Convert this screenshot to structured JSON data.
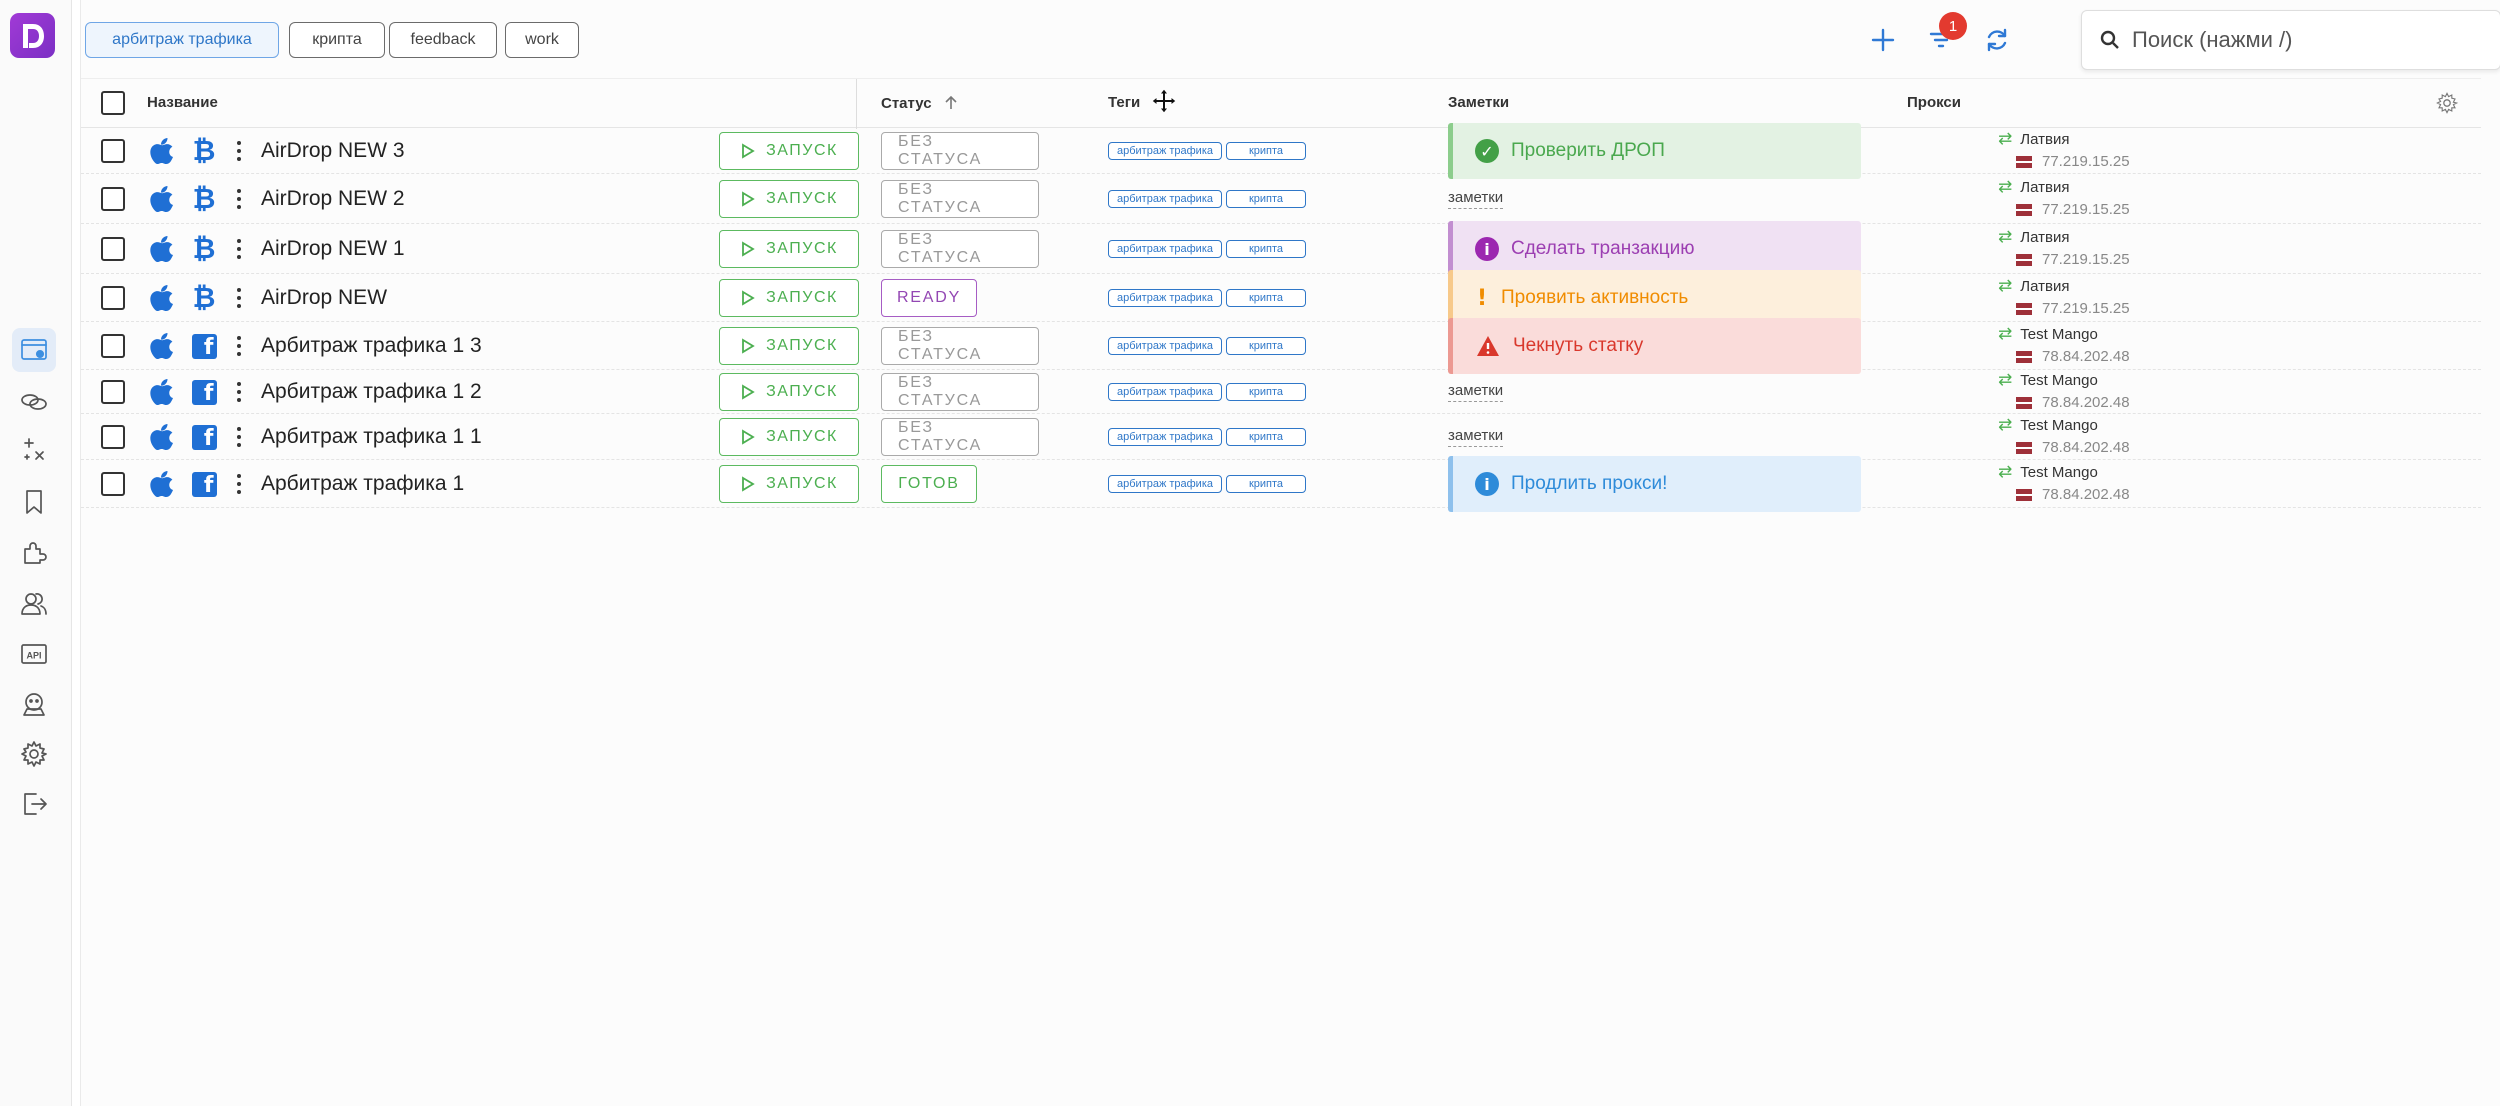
{
  "sidebar": {
    "logo": "D",
    "items": [
      {
        "name": "browser-profiles",
        "icon": "browser-icon",
        "active": true
      },
      {
        "name": "links",
        "icon": "link-icon",
        "active": false
      },
      {
        "name": "magic",
        "icon": "sparkle-icon",
        "active": false
      },
      {
        "name": "bookmarks",
        "icon": "bookmark-icon",
        "active": false
      },
      {
        "name": "extensions",
        "icon": "puzzle-icon",
        "active": false
      },
      {
        "name": "team",
        "icon": "users-icon",
        "active": false
      },
      {
        "name": "api",
        "icon": "api-icon",
        "label": "API",
        "active": false
      },
      {
        "name": "support",
        "icon": "headset-icon",
        "active": false
      },
      {
        "name": "settings",
        "icon": "gear-icon",
        "active": false
      },
      {
        "name": "logout",
        "icon": "logout-icon",
        "active": false
      }
    ]
  },
  "filters": {
    "chips": [
      {
        "label": "арбитраж трафика",
        "selected": true
      },
      {
        "label": "крипта",
        "selected": false
      },
      {
        "label": "feedback",
        "selected": false
      },
      {
        "label": "work",
        "selected": false
      }
    ]
  },
  "toolbar": {
    "filter_badge": "1",
    "search_placeholder": "Поиск (нажми /)"
  },
  "table": {
    "headers": {
      "name": "Название",
      "status": "Статус",
      "tags": "Теги",
      "notes": "Заметки",
      "proxy": "Прокси"
    },
    "run_label": "ЗАПУСК",
    "rows": [
      {
        "name": "AirDrop NEW 3",
        "site": "bitcoin",
        "status": "БЕЗ СТАТУСА",
        "status_style": "none",
        "tags": [
          "арбитраж трафика",
          "крипта"
        ],
        "note": {
          "type": "green",
          "text": "Проверить ДРОП",
          "icon": "check-circle-icon"
        },
        "proxy": {
          "name": "Латвия",
          "ip": "77.219.15.25"
        }
      },
      {
        "name": "AirDrop NEW 2",
        "site": "bitcoin",
        "status": "БЕЗ СТАТУСА",
        "status_style": "none",
        "tags": [
          "арбитраж трафика",
          "крипта"
        ],
        "note": {
          "type": "empty",
          "text": "заметки"
        },
        "proxy": {
          "name": "Латвия",
          "ip": "77.219.15.25"
        }
      },
      {
        "name": "AirDrop NEW 1",
        "site": "bitcoin",
        "status": "БЕЗ СТАТУСА",
        "status_style": "none",
        "tags": [
          "арбитраж трафика",
          "крипта"
        ],
        "note": {
          "type": "purple",
          "text": "Сделать транзакцию",
          "icon": "info-circle-icon"
        },
        "proxy": {
          "name": "Латвия",
          "ip": "77.219.15.25"
        }
      },
      {
        "name": "AirDrop NEW",
        "site": "bitcoin",
        "status": "READY",
        "status_style": "ready",
        "tags": [
          "арбитраж трафика",
          "крипта"
        ],
        "note": {
          "type": "orange",
          "text": "Проявить активность",
          "icon": "exclamation-icon"
        },
        "proxy": {
          "name": "Латвия",
          "ip": "77.219.15.25"
        }
      },
      {
        "name": "Арбитраж трафика 1 3",
        "site": "facebook",
        "status": "БЕЗ СТАТУСА",
        "status_style": "none",
        "tags": [
          "арбитраж трафика",
          "крипта"
        ],
        "note": {
          "type": "red",
          "text": "Чекнуть статку",
          "icon": "warning-triangle-icon"
        },
        "proxy": {
          "name": "Test Mango",
          "ip": "78.84.202.48"
        }
      },
      {
        "name": "Арбитраж трафика 1 2",
        "site": "facebook",
        "status": "БЕЗ СТАТУСА",
        "status_style": "none",
        "tags": [
          "арбитраж трафика",
          "крипта"
        ],
        "note": {
          "type": "empty",
          "text": "заметки"
        },
        "proxy": {
          "name": "Test Mango",
          "ip": "78.84.202.48"
        }
      },
      {
        "name": "Арбитраж трафика 1 1",
        "site": "facebook",
        "status": "БЕЗ СТАТУСА",
        "status_style": "none",
        "tags": [
          "арбитраж трафика",
          "крипта"
        ],
        "note": {
          "type": "empty",
          "text": "заметки"
        },
        "proxy": {
          "name": "Test Mango",
          "ip": "78.84.202.48"
        }
      },
      {
        "name": "Арбитраж трафика 1",
        "site": "facebook",
        "status": "ГОТОВ",
        "status_style": "done",
        "tags": [
          "арбитраж трафика",
          "крипта"
        ],
        "note": {
          "type": "blue",
          "text": "Продлить прокси!",
          "icon": "info-circle-icon"
        },
        "proxy": {
          "name": "Test Mango",
          "ip": "78.84.202.48"
        }
      }
    ]
  },
  "colors": {
    "accent": "#2f77c8",
    "run_green": "#4caf50",
    "logo_purple": "#8e35cc"
  }
}
